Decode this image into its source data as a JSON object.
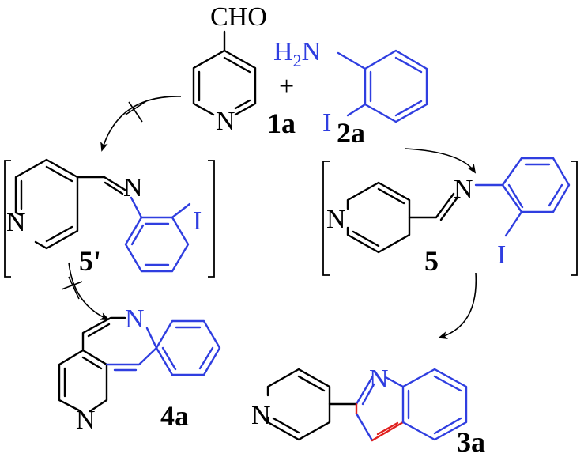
{
  "colors": {
    "bond": "#000000",
    "aniline_fragment": "#2f3ee0",
    "new_bond": "#e0201e"
  },
  "compounds": {
    "aldehyde": {
      "id": "1a",
      "group": "CHO",
      "ring_atom": "N"
    },
    "amine": {
      "id": "2a",
      "amine_h": "H",
      "amine_sub": "2",
      "amine_n": "N",
      "halogen": "I"
    },
    "imine_disfavored": {
      "id": "5'",
      "imine_atom": "N",
      "ring_atom": "N",
      "halogen": "I"
    },
    "imine_favored": {
      "id": "5",
      "imine_atom": "N",
      "ring_atom": "N",
      "halogen": "I"
    },
    "naphthyridine": {
      "id": "4a",
      "ring_atom_1": "N",
      "ring_atom_2": "N"
    },
    "quinoline": {
      "id": "3a",
      "ring_atom_1": "N",
      "ring_atom_2": "N"
    }
  },
  "operators": {
    "plus": "+"
  }
}
